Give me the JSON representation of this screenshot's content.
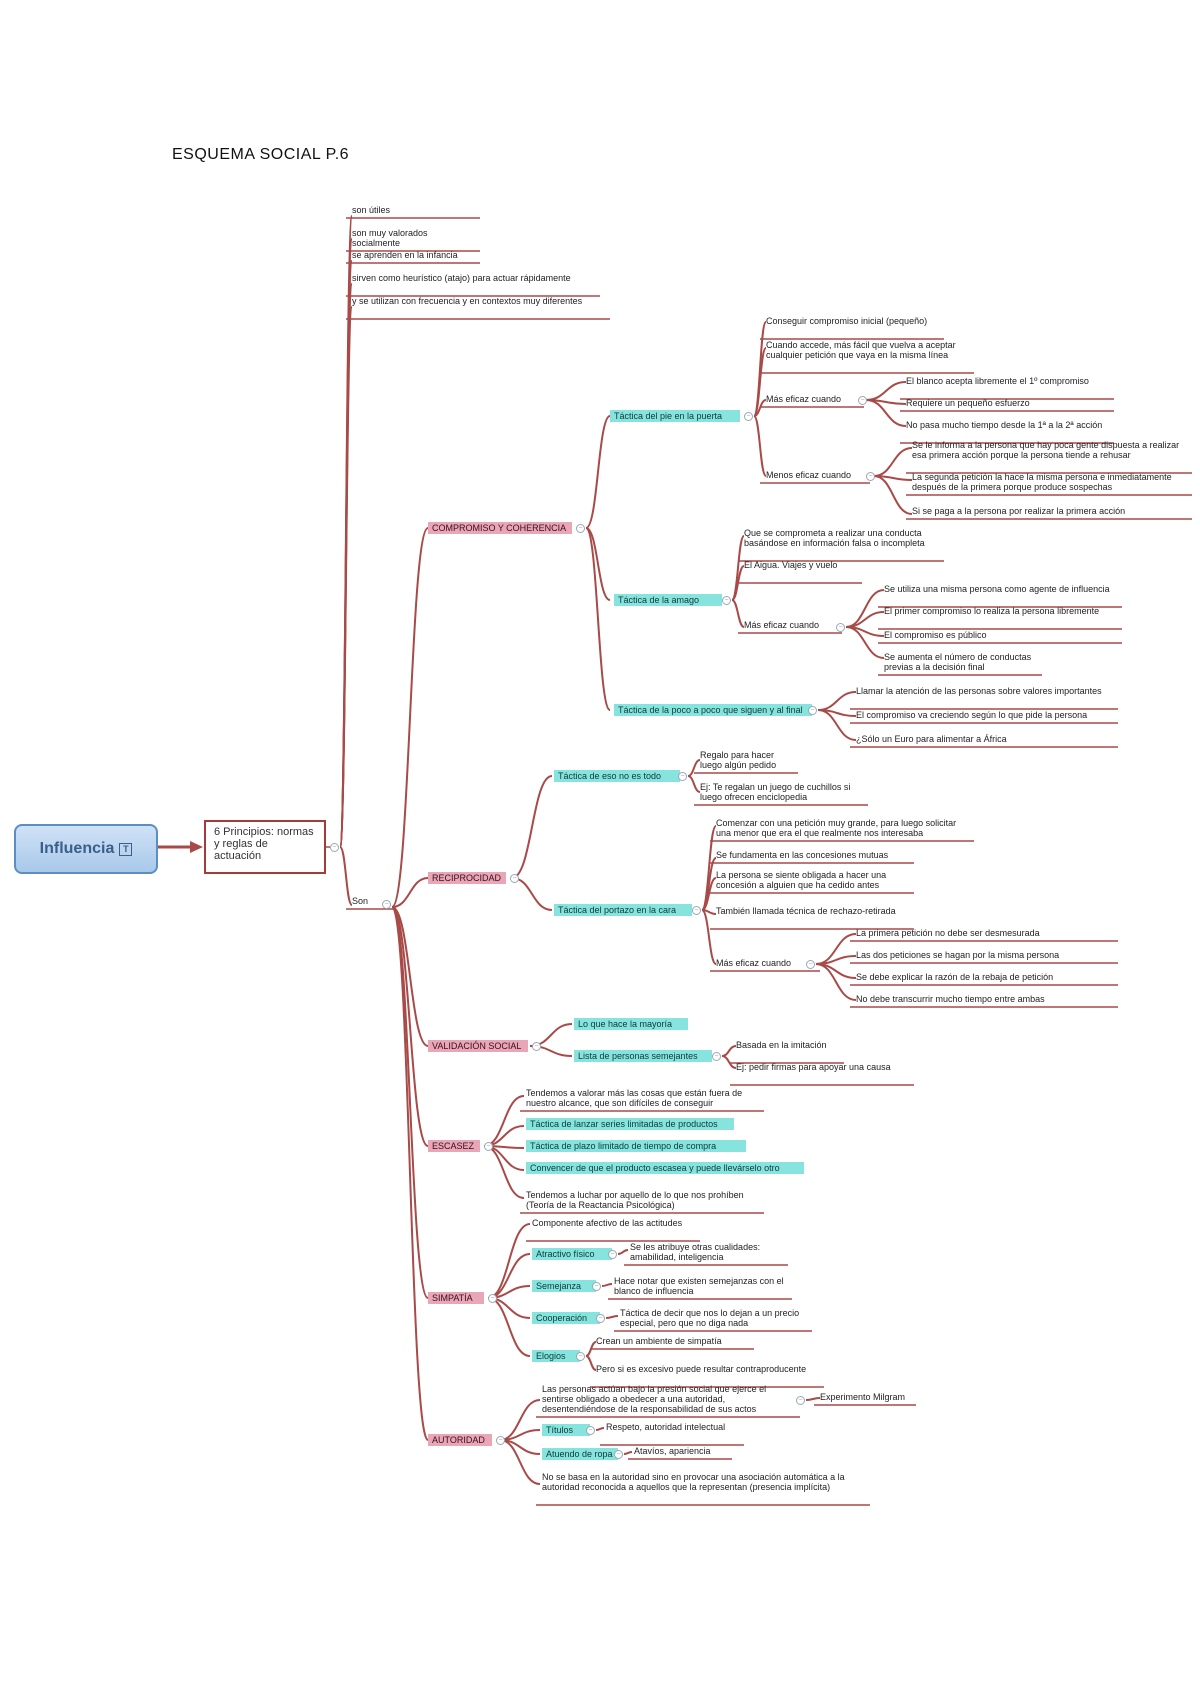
{
  "title": "ESQUEMA SOCIAL P.6",
  "root": {
    "label": "Influencia",
    "note_icon": "note-icon"
  },
  "principles": {
    "label": "6 Principios: normas y reglas de actuación"
  },
  "son_label": "Son",
  "theme": {
    "link_color": "#a84a48",
    "category_color": "#e8a6b6",
    "teal_color": "#86e3dd",
    "root_fill": "#b8d4f0",
    "root_border": "#5b8fc4"
  },
  "norms": [
    "son útiles",
    "son muy valorados socialmente",
    "se aprenden en la infancia",
    "sirven como heurístico (atajo) para actuar rápidamente",
    "y se utilizan con frecuencia y en contextos muy diferentes"
  ],
  "branches": {
    "compromiso": {
      "label": "COMPROMISO Y COHERENCIA",
      "pie": {
        "label": "Táctica del pie en la puerta",
        "a": "Conseguir compromiso inicial (pequeño)",
        "b": "Cuando accede, más fácil que vuelva a aceptar cualquier petición que vaya en la misma línea",
        "mas": "Más eficaz cuando",
        "mas_items": [
          "El blanco acepta libremente el 1º compromiso",
          "Requiere un pequeño esfuerzo",
          "No pasa mucho tiempo desde la 1ª a la 2ª acción"
        ],
        "menos": "Menos eficaz cuando",
        "menos_items": [
          "Se le informa a la persona que hay poca gente dispuesta a realizar esa primera acción porque la persona tiende a rehusar",
          "La segunda petición la hace la misma persona e inmediatamente después de la primera porque produce sospechas",
          "Si se paga a la persona por realizar la primera acción"
        ]
      },
      "amago": {
        "label": "Táctica de la amago",
        "a": "Que se comprometa a realizar una conducta basándose en información falsa o incompleta",
        "b": "El Aigua. Viajes y vuelo",
        "mas": "Más eficaz cuando",
        "mas_items": [
          "Se utiliza una misma persona como agente de influencia",
          "El primer compromiso lo realiza la persona libremente",
          "El compromiso es público",
          "Se aumenta el número de conductas previas a la decisión final"
        ]
      },
      "poco": {
        "label": "Táctica de la poco a poco que siguen y al final",
        "items": [
          "Llamar la atención de las personas sobre valores importantes",
          "El compromiso va creciendo según lo que pide la persona",
          "¿Sólo un Euro para alimentar a África"
        ]
      }
    },
    "reciprocidad": {
      "label": "RECIPROCIDAD",
      "eso": {
        "label": "Táctica de eso no es todo",
        "items": [
          "Regalo para hacer luego algún pedido",
          "Ej: Te regalan un juego de cuchillos si luego ofrecen enciclopedia"
        ]
      },
      "portazo": {
        "label": "Táctica del portazo en la cara",
        "items": [
          "Comenzar con una petición muy grande, para luego solicitar una menor que era el que realmente nos interesaba",
          "Se fundamenta en las concesiones mutuas",
          "La persona se siente obligada a hacer una concesión a alguien que ha cedido antes",
          "También llamada técnica de rechazo-retirada"
        ],
        "mas": "Más eficaz cuando",
        "mas_items": [
          "La primera petición no debe ser desmesurada",
          "Las dos peticiones se hagan por la misma persona",
          "Se debe explicar la razón de la rebaja de petición",
          "No debe transcurrir mucho tiempo entre ambas"
        ]
      }
    },
    "validacion": {
      "label": "VALIDACIÓN SOCIAL",
      "items": [
        "Lo que hace la mayoría",
        "Lista de personas semejantes"
      ],
      "sub": [
        "Basada en la imitación",
        "Ej: pedir firmas para apoyar una causa"
      ]
    },
    "escasez": {
      "label": "ESCASEZ",
      "items": [
        "Tendemos a valorar más las cosas que están fuera de nuestro alcance, que son difíciles de conseguir",
        "Táctica de lanzar series limitadas de productos",
        "Táctica de plazo limitado de tiempo de compra",
        "Convencer de que el producto escasea y puede llevárselo otro",
        "Tendemos a luchar por aquello de lo que nos prohíben (Teoría de la Reactancia Psicológica)"
      ]
    },
    "simpatia": {
      "label": "SIMPATÍA",
      "top": "Componente afectivo de las actitudes",
      "atractivo": {
        "label": "Atractivo físico",
        "desc": "Se les atribuye otras cualidades: amabilidad, inteligencia"
      },
      "semejanza": {
        "label": "Semejanza",
        "desc": "Hace notar que existen semejanzas con el blanco de influencia"
      },
      "cooperacion": {
        "label": "Cooperación",
        "desc": "Táctica de decir que nos lo dejan a un precio especial, pero que no diga nada"
      },
      "elogios": {
        "label": "Elogios",
        "items": [
          "Crean un ambiente de simpatía",
          "Pero si es excesivo puede resultar contraproducente"
        ]
      }
    },
    "autoridad": {
      "label": "AUTORIDAD",
      "top": "Las personas actúan bajo la presión social que ejerce el sentirse obligado a obedecer a una autoridad, desentendiéndose de la responsabilidad de sus actos",
      "milgram": "Experimento Milgram",
      "titulos": {
        "label": "Títulos",
        "desc": "Respeto, autoridad intelectual"
      },
      "atuendo": {
        "label": "Atuendo de ropa",
        "desc": "Atavíos, apariencia"
      },
      "bottom": "No se basa en la autoridad sino en provocar una asociación automática a la autoridad reconocida a aquellos que la representan (presencia implícita)"
    }
  }
}
